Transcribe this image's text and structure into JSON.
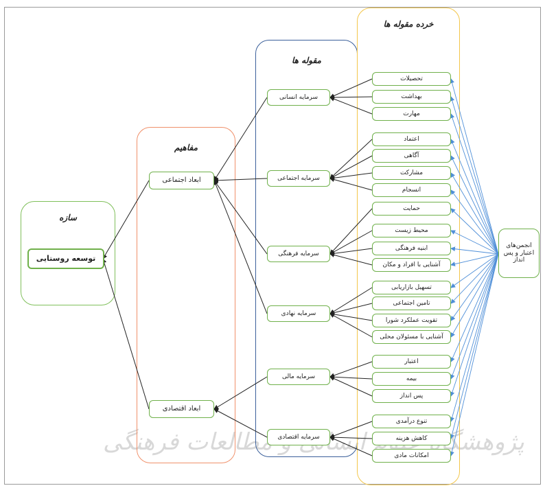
{
  "construct": {
    "title": "سازه",
    "node": "توسعه روستایی"
  },
  "concepts": {
    "title": "مفاهیم",
    "nodes": [
      "ابعاد اجتماعی",
      "ابعاد اقتصادی"
    ]
  },
  "categories": {
    "title": "مقوله ها",
    "nodes": [
      "سرمایه انسانی",
      "سرمایه اجتماعی",
      "سرمایه فرهنگی",
      "سرمایه نهادی",
      "سرمایه مالی",
      "سرمایه اقتصادی"
    ]
  },
  "subcategories": {
    "title": "خرده مقوله ها",
    "nodes": [
      "تحصیلات",
      "بهداشت",
      "مهارت",
      "اعتماد",
      "آگاهی",
      "مشارکت",
      "انسجام",
      "حمایت",
      "محیط زیست",
      "ابنیه فرهنگی",
      "آشنایی با افراد و مکان",
      "تسهیل بازاریابی",
      "تامین اجتماعی",
      "تقویت عملکرد شورا",
      "آشنایی با مسئولان محلی",
      "اعتبار",
      "بیمه",
      "پس انداز",
      "تنوع درآمدی",
      "کاهش هزینه",
      "امکانات مادی"
    ]
  },
  "association": {
    "label": "انجمن‌های اعتبار و پس انداز"
  },
  "watermark": {
    "text": "پژوهشگاه علوم انسانی و مطالعات فرهنگی"
  },
  "colors": {
    "construct_border": "#7fbf5a",
    "concepts_border": "#f0906a",
    "categories_border": "#3a5f9a",
    "subcategories_border": "#f3c64a",
    "node_border": "#6fb04a",
    "arrow_dark": "#222222",
    "arrow_blue": "#4f8fd8"
  }
}
